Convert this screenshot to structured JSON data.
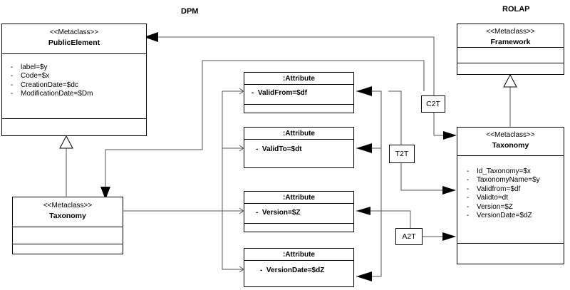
{
  "headers": {
    "dpm": "DPM",
    "rolap": "ROLAP"
  },
  "public_element": {
    "stereotype": "<<Metaclass>>",
    "name": "PublicElement",
    "attributes": [
      "label=$y",
      "Code=$x",
      "CreationDate=$dc",
      "ModificationDate=$Dm"
    ]
  },
  "dpm_taxonomy": {
    "stereotype": "<<Metaclass>>",
    "name": "Taxonomy"
  },
  "framework": {
    "stereotype": "<<Metaclass>>",
    "name": "Framework"
  },
  "rolap_taxonomy": {
    "stereotype": "<<Metaclass>>",
    "name": "Taxonomy",
    "attributes": [
      "Id_Taxonomy=$x",
      "TaxonomyName=$y",
      "Validfrom=$df",
      "Validto=dt",
      "Version=$Z",
      "VersionDate=$dZ"
    ]
  },
  "attribute_boxes": [
    {
      "title": ":Attribute",
      "value": "ValidFrom=$df"
    },
    {
      "title": ":Attribute",
      "value": "ValidTo=$dt"
    },
    {
      "title": ":Attribute",
      "value": "Version=$Z"
    },
    {
      "title": ":Attribute",
      "value": "VersionDate=$dZ"
    }
  ],
  "transform_labels": {
    "c2t": "C2T",
    "t2t": "T2T",
    "a2t": "A2T"
  }
}
